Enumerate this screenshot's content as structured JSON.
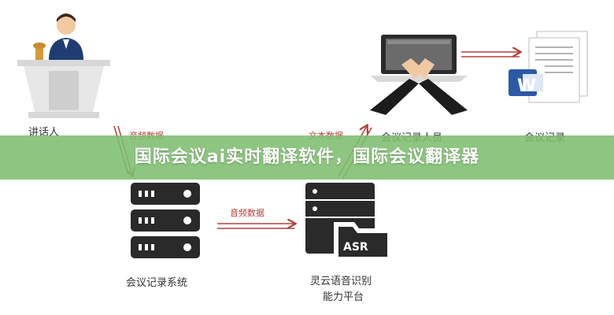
{
  "nodes": {
    "speaker": "讲话人",
    "recorder": "会议记录人员",
    "minutes": "会议记录",
    "system": "会议记录系统",
    "asr_platform_line1": "灵云语音识别",
    "asr_platform_line2": "能力平台"
  },
  "edges": {
    "audio_data_1": "音频数据",
    "text_data": "文本数据",
    "audio_data_2": "音频数据"
  },
  "icons": {
    "asr_badge": "ASR",
    "word_letter": "W"
  },
  "banner": {
    "title": "国际会议ai实时翻译软件，国际会议翻译器"
  },
  "colors": {
    "arrow": "#b2413d",
    "banner": "#7dbe6e",
    "icon_dark": "#2a2a2a"
  }
}
